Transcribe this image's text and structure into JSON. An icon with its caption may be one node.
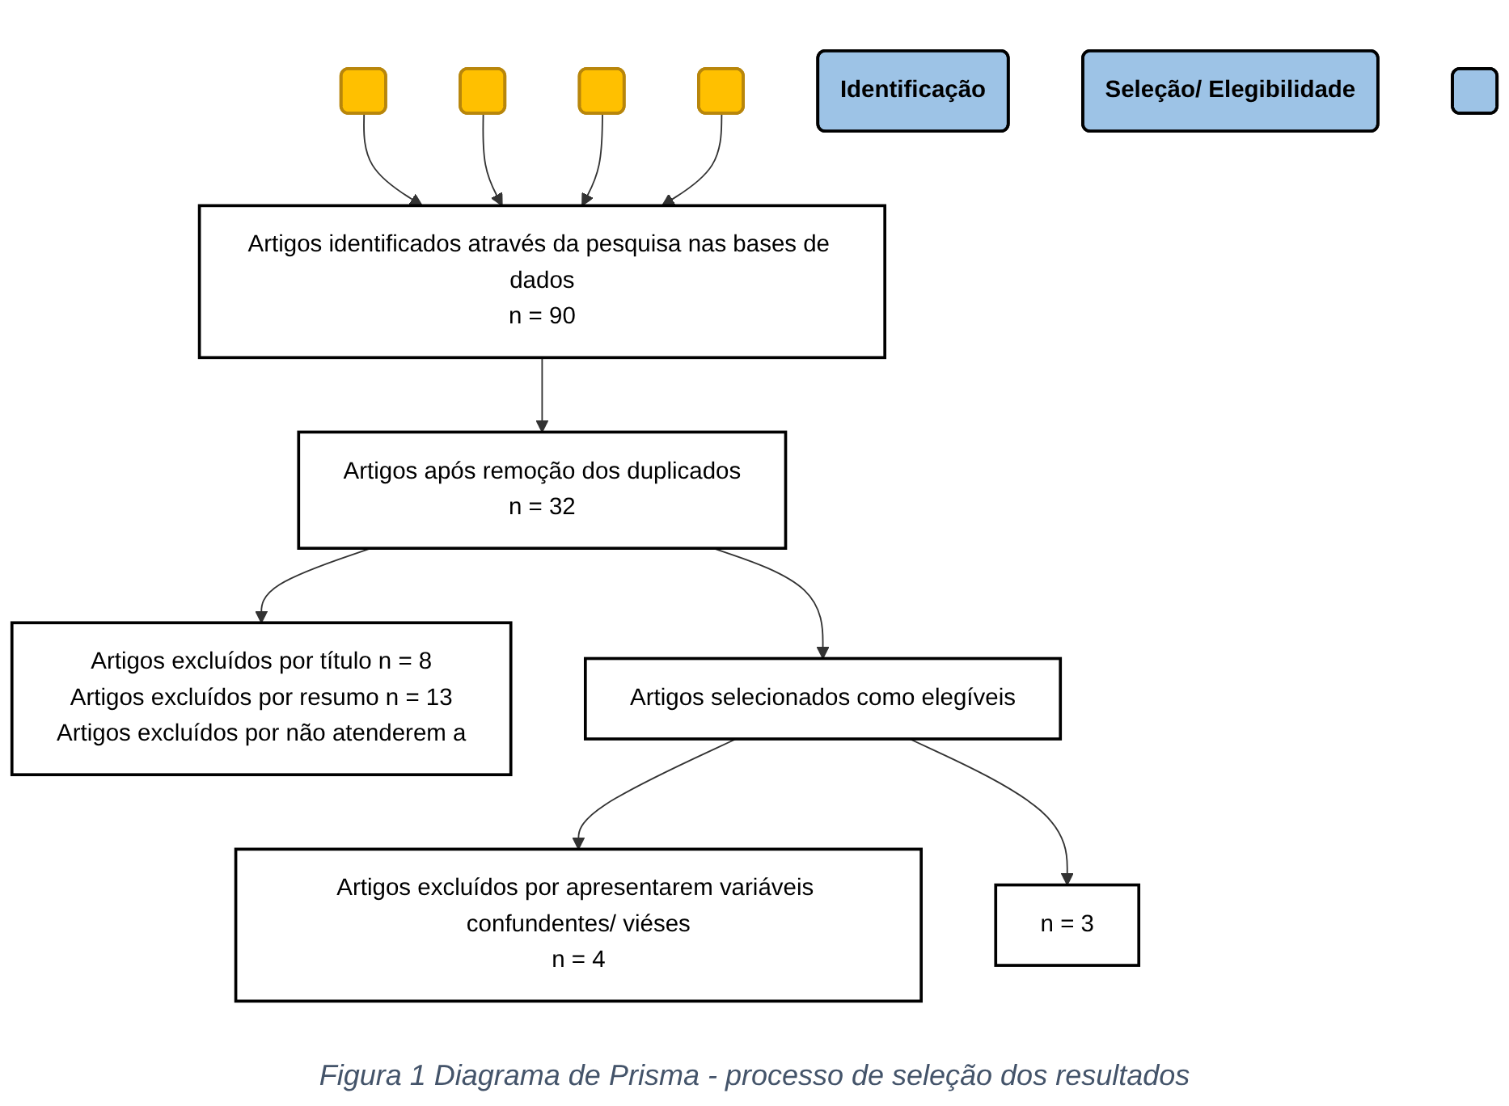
{
  "diagram": {
    "caption": "Figura 1 Diagrama de Prisma - processo de seleção dos resultados",
    "nodes": [
      {
        "text": [],
        "shape": "box"
      },
      {
        "text": [],
        "shape": "box"
      },
      {
        "text": [],
        "shape": "box"
      },
      {
        "text": [],
        "shape": "box"
      },
      {
        "text": [
          "Identificação"
        ]
      },
      {
        "text": [
          "Artigos identificados através da pesquisa nas bases de dados",
          "n = 90"
        ]
      },
      {
        "text": [
          "Seleção/ Elegibilidade"
        ]
      },
      {
        "text": [
          "Artigos após remoção dos duplicados",
          "n = 32"
        ]
      },
      {
        "text": [
          "Artigos excluídos por título n = 8",
          "Artigos excluídos por resumo n = 13",
          "Artigos excluídos por não atenderem a"
        ]
      },
      {
        "text": [
          "Artigos selecionados como elegíveis"
        ]
      },
      {
        "text": [
          "Artigos excluídos por apresentarem variáveis confundentes/ viéses",
          "n = 4"
        ]
      },
      {
        "text": [],
        "shape": "box"
      },
      {
        "text": [
          "n = 3"
        ]
      }
    ],
    "edges": [
      {
        "from": 0,
        "to": 5,
        "arrow": "to"
      },
      {
        "from": 1,
        "to": 5,
        "arrow": "to"
      },
      {
        "from": 2,
        "to": 5,
        "arrow": "to"
      },
      {
        "from": 3,
        "to": 5,
        "arrow": "to"
      },
      {
        "from": 5,
        "to": 7,
        "arrow": "to"
      },
      {
        "from": 7,
        "to": 8,
        "arrow": "to"
      },
      {
        "from": 7,
        "to": 9,
        "arrow": "to"
      },
      {
        "from": 9,
        "to": 10,
        "arrow": "to"
      },
      {
        "from": 9,
        "to": 12,
        "arrow": "to"
      }
    ]
  }
}
